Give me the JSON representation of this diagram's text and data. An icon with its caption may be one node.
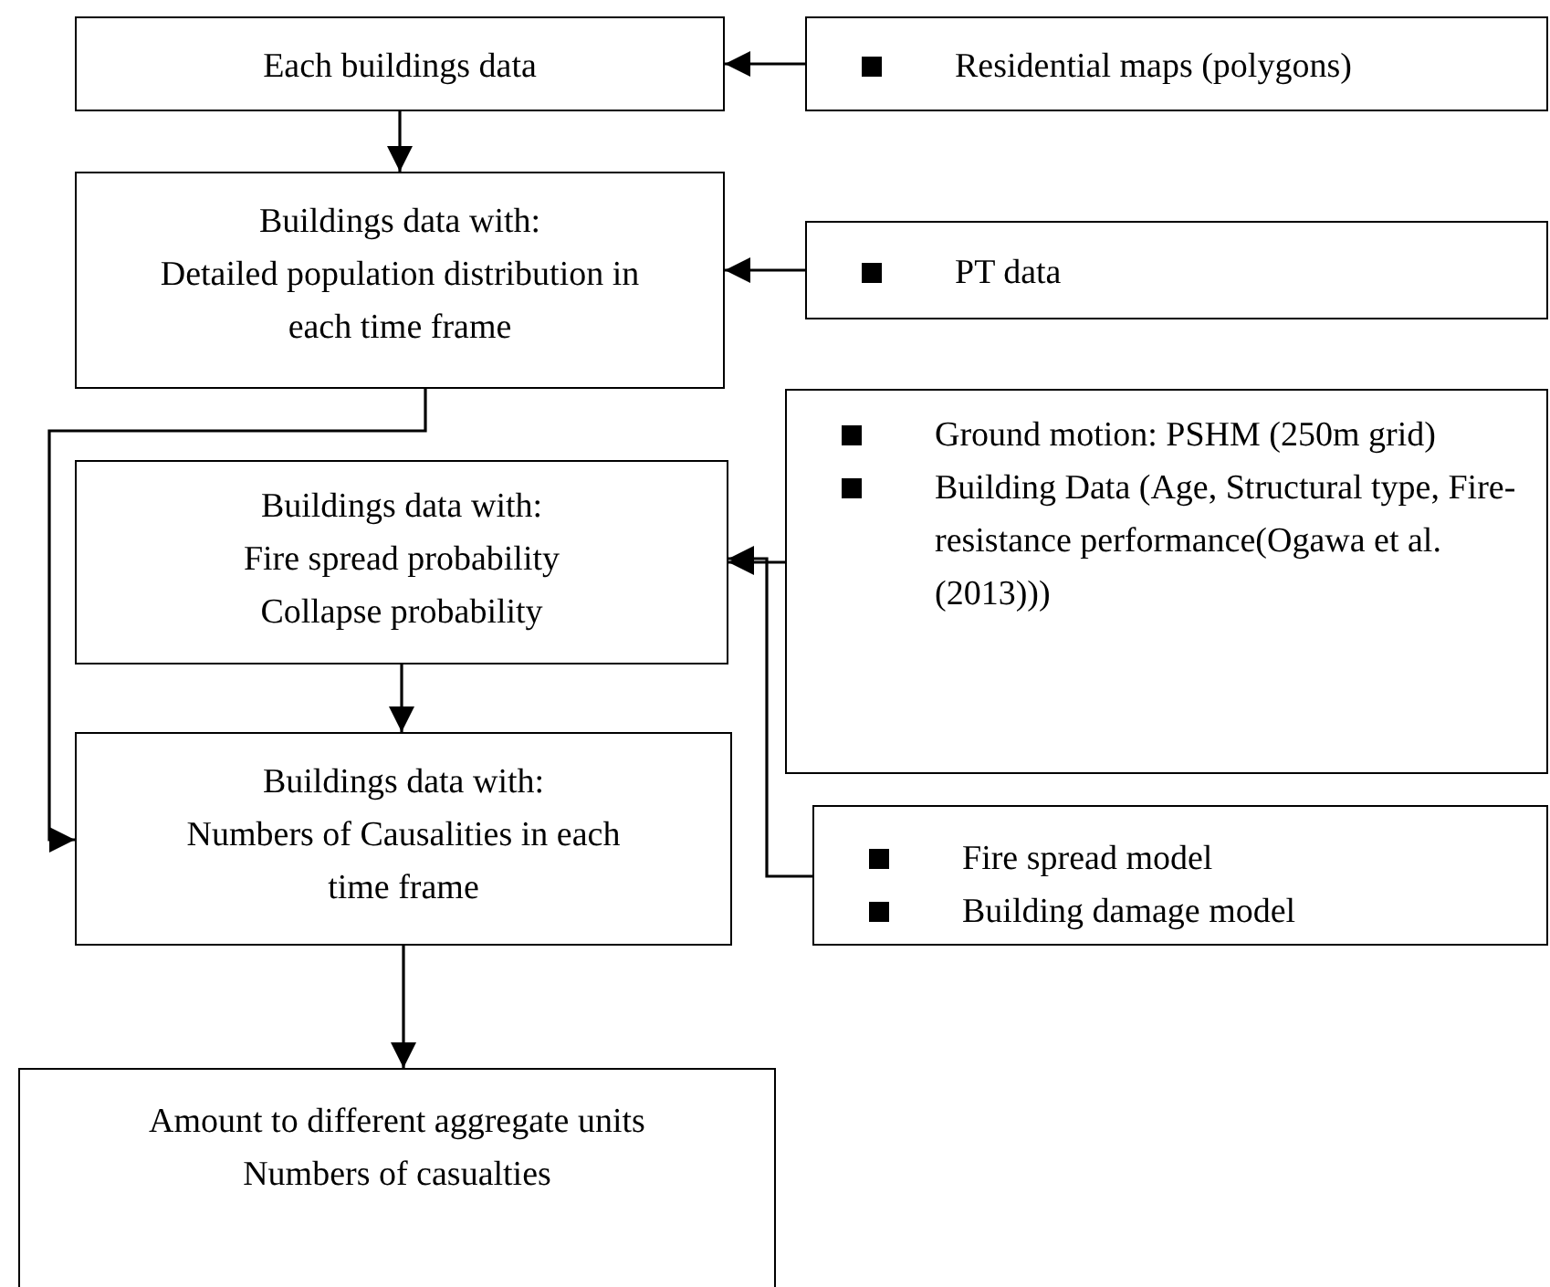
{
  "diagram": {
    "nodes": [
      {
        "text": [
          "Each buildings data"
        ]
      },
      {
        "text": [
          "Residential maps (polygons)"
        ]
      },
      {
        "text": [
          "Buildings data with:",
          "Detailed population distribution in each time frame"
        ]
      },
      {
        "text": [
          "PT data"
        ]
      },
      {
        "text": [
          "Buildings data with:",
          "Fire spread probability",
          "Collapse probability"
        ]
      },
      {
        "text": [
          "Ground motion: PSHM (250m grid)",
          "Building Data (Age, Structural type, Fire-resistance performance(Ogawa et al. (2013)))"
        ]
      },
      {
        "text": [
          "Buildings data with:",
          "Numbers of Causalities in each time frame"
        ]
      },
      {
        "text": [
          "Fire spread model",
          "Building damage model"
        ]
      },
      {
        "text": [
          "Amount to different aggregate units",
          "Numbers of casualties"
        ]
      }
    ],
    "edges": [
      {
        "from": 1,
        "to": 0,
        "arrow": "to"
      },
      {
        "from": 3,
        "to": 2,
        "arrow": "to"
      },
      {
        "from": 0,
        "to": 2,
        "arrow": "to"
      },
      {
        "from": 2,
        "to": 6,
        "arrow": "to"
      },
      {
        "from": 5,
        "to": 4,
        "arrow": "to"
      },
      {
        "from": 7,
        "to": 4,
        "arrow": "to"
      },
      {
        "from": 4,
        "to": 6,
        "arrow": "to"
      },
      {
        "from": 6,
        "to": 8,
        "arrow": "to"
      }
    ]
  }
}
